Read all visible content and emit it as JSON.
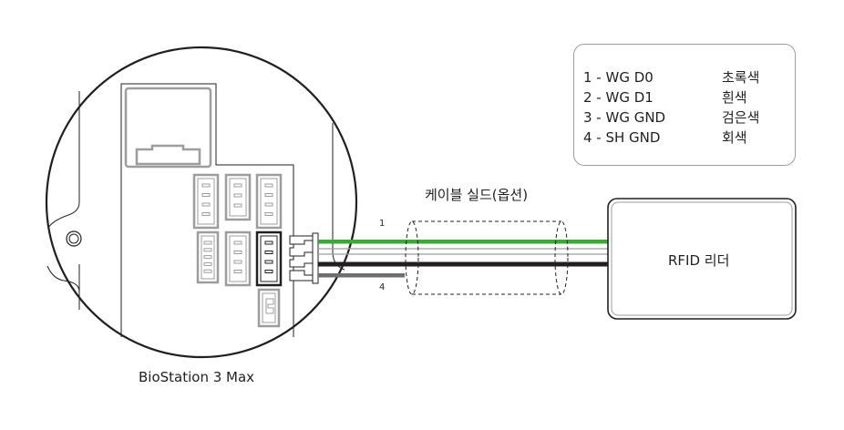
{
  "legend": {
    "rows": [
      {
        "label": "1 - WG D0",
        "color_name": "초록색",
        "wire_color": "#3aaa35"
      },
      {
        "label": "2 - WG D1",
        "color_name": "흰색",
        "wire_color": "#ffffff"
      },
      {
        "label": "3 - WG GND",
        "color_name": "검은색",
        "wire_color": "#231f20"
      },
      {
        "label": "4 - SH GND",
        "color_name": "회색",
        "wire_color": "#6d6e70"
      }
    ]
  },
  "cable_shield_label": "케이블 실드(옵션)",
  "wire_number_labels": {
    "first": "1",
    "last": "4"
  },
  "device_label": "BioStation 3 Max",
  "reader_label": "RFID 리더",
  "colors": {
    "outline": "#231f20",
    "connector_grey": "#9d9d9d",
    "green": "#3aaa35",
    "grey_wire": "#6d6e70",
    "black_wire": "#231f20"
  }
}
